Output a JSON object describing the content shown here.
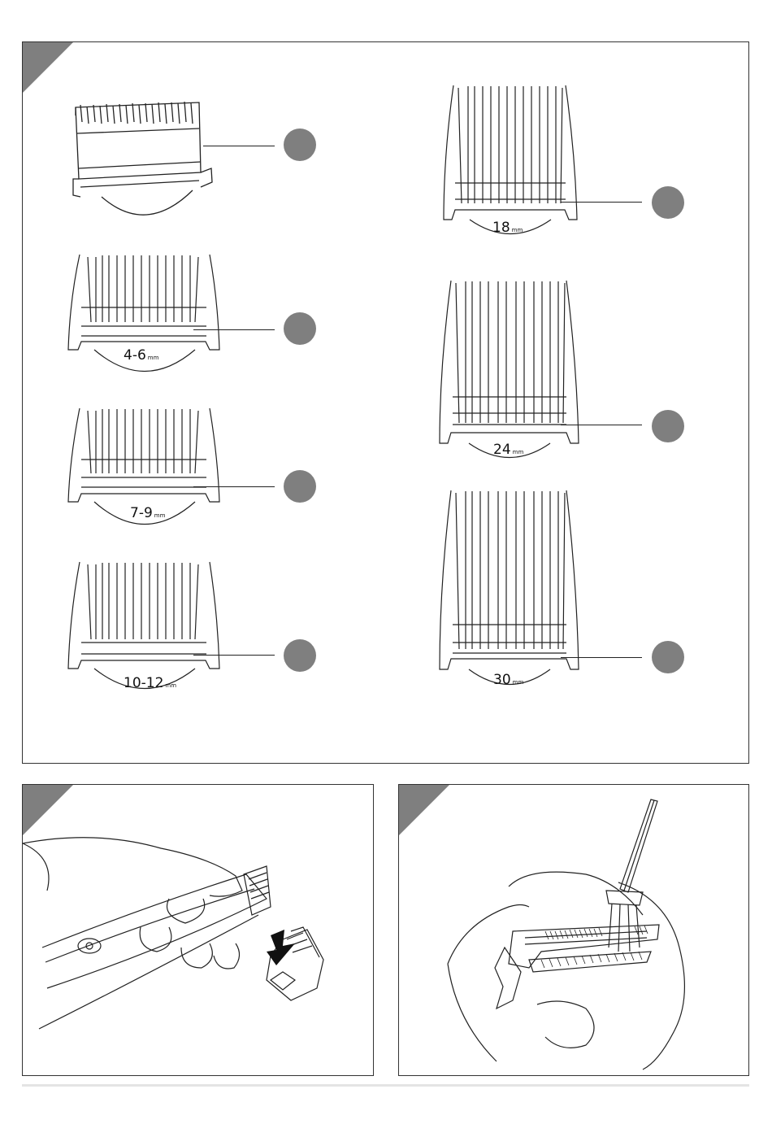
{
  "page_title": "",
  "combs": [
    {
      "id": "comb-1",
      "size": "",
      "unit": ""
    },
    {
      "id": "comb-2",
      "size": "4-6",
      "unit": "mm"
    },
    {
      "id": "comb-3",
      "size": "7-9",
      "unit": "mm"
    },
    {
      "id": "comb-4",
      "size": "10-12",
      "unit": "mm"
    },
    {
      "id": "comb-5",
      "size": "18",
      "unit": "mm"
    },
    {
      "id": "comb-6",
      "size": "24",
      "unit": "mm"
    },
    {
      "id": "comb-7",
      "size": "30",
      "unit": "mm"
    }
  ],
  "colors": {
    "badge": "#7f7f7f",
    "corner": "#7f7f7f",
    "line": "#222222",
    "footer_rule": "#e4e4e4"
  },
  "panels": [
    {
      "id": "combs-panel",
      "content": "attachment-combs"
    },
    {
      "id": "attach-panel",
      "content": "hands-attaching-cutter-head"
    },
    {
      "id": "clean-panel",
      "content": "brush-cleaning-cutter"
    }
  ]
}
